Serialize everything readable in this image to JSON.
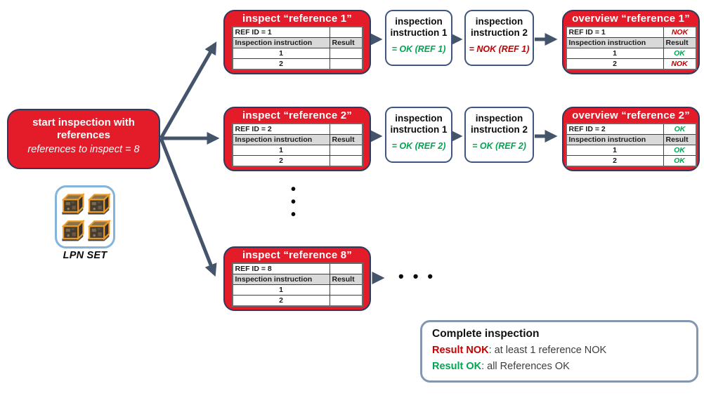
{
  "colors": {
    "box_red": "#e41b28",
    "border_navy": "#2e3b5f",
    "arrow_slate": "#44546a",
    "instruction_border": "#3f567e",
    "ok_green": "#00a651",
    "nok_red": "#c40000",
    "panel_border": "#8496b0",
    "icon_border": "#82b4dc",
    "table_header_bg": "#d9d9d9"
  },
  "diagram": {
    "start_box": {
      "title_line1": "start inspection with",
      "title_line2": "references",
      "subtitle": "references to inspect = 8"
    },
    "lpn_icon_label": "LPN SET",
    "glyphs": {
      "dot": "•"
    },
    "rows": [
      {
        "inspect_title": "inspect “reference 1”",
        "inspect_table": {
          "ref_id": "REF ID = 1",
          "ref_result": "",
          "header1": "Inspection instruction",
          "header2": "Result",
          "r1c1": "1",
          "r1c2": "",
          "r2c1": "2",
          "r2c2": ""
        },
        "instruction1": {
          "line1": "inspection",
          "line2": "instruction 1",
          "result": "= OK (REF 1)"
        },
        "instruction2": {
          "line1": "inspection",
          "line2": "instruction 2",
          "result": "= NOK (REF 1)"
        },
        "overview_title": "overview “reference 1”",
        "overview_table": {
          "ref_id": "REF ID = 1",
          "ref_result": "NOK",
          "header1": "Inspection instruction",
          "header2": "Result",
          "r1c1": "1",
          "r1c2": "OK",
          "r2c1": "2",
          "r2c2": "NOK"
        }
      },
      {
        "inspect_title": "inspect “reference 2”",
        "inspect_table": {
          "ref_id": "REF ID = 2",
          "ref_result": "",
          "header1": "Inspection instruction",
          "header2": "Result",
          "r1c1": "1",
          "r1c2": "",
          "r2c1": "2",
          "r2c2": ""
        },
        "instruction1": {
          "line1": "inspection",
          "line2": "instruction 1",
          "result": "= OK (REF 2)"
        },
        "instruction2": {
          "line1": "inspection",
          "line2": "instruction 2",
          "result": "= OK (REF 2)"
        },
        "overview_title": "overview “reference 2”",
        "overview_table": {
          "ref_id": "REF ID = 2",
          "ref_result": "OK",
          "header1": "Inspection instruction",
          "header2": "Result",
          "r1c1": "1",
          "r1c2": "OK",
          "r2c1": "2",
          "r2c2": "OK"
        }
      },
      {
        "inspect_title": "inspect “reference 8”",
        "inspect_table": {
          "ref_id": "REF ID = 8",
          "ref_result": "",
          "header1": "Inspection instruction",
          "header2": "Result",
          "r1c1": "1",
          "r1c2": "",
          "r2c1": "2",
          "r2c2": ""
        }
      }
    ],
    "complete_box": {
      "title": "Complete inspection",
      "nok_label": "Result NOK",
      "nok_text": ": at least 1 reference NOK",
      "ok_label": "Result OK",
      "ok_text": ": all References OK"
    }
  }
}
